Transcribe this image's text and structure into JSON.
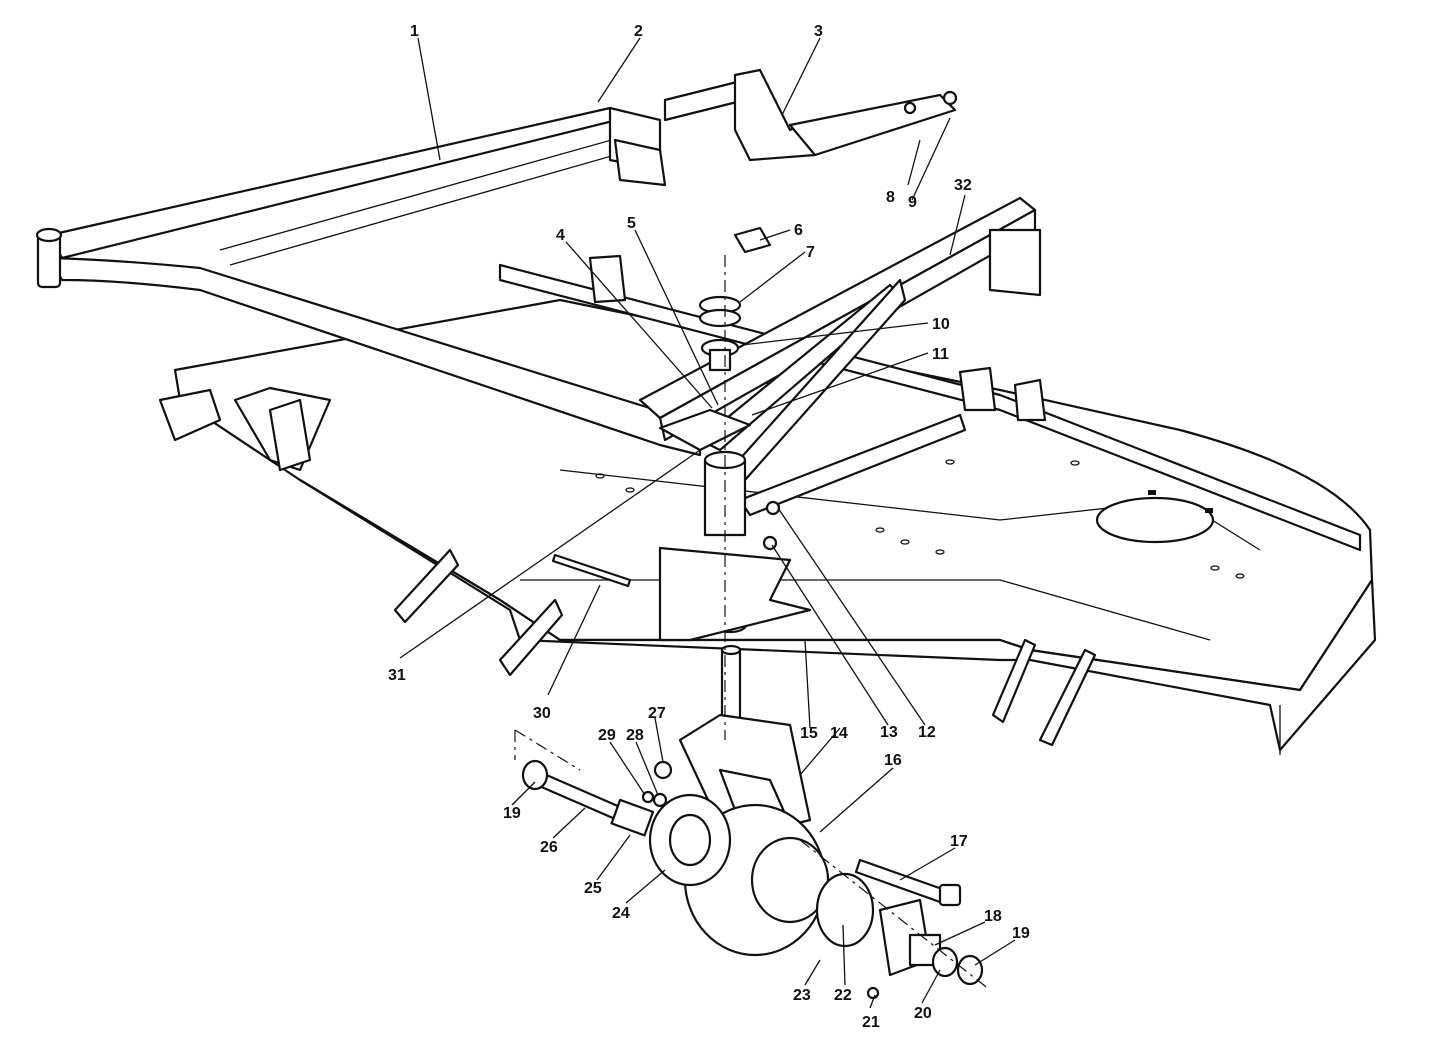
{
  "figure": {
    "type": "exploded-parts-diagram",
    "callouts": [
      {
        "id": "c1",
        "label": "1"
      },
      {
        "id": "c2",
        "label": "2"
      },
      {
        "id": "c3",
        "label": "3"
      },
      {
        "id": "c4",
        "label": "4"
      },
      {
        "id": "c5",
        "label": "5"
      },
      {
        "id": "c6",
        "label": "6"
      },
      {
        "id": "c7",
        "label": "7"
      },
      {
        "id": "c8",
        "label": "8"
      },
      {
        "id": "c9",
        "label": "9"
      },
      {
        "id": "c10",
        "label": "10"
      },
      {
        "id": "c11",
        "label": "11"
      },
      {
        "id": "c12",
        "label": "12"
      },
      {
        "id": "c13",
        "label": "13"
      },
      {
        "id": "c14",
        "label": "14"
      },
      {
        "id": "c15",
        "label": "15"
      },
      {
        "id": "c16",
        "label": "16"
      },
      {
        "id": "c17",
        "label": "17"
      },
      {
        "id": "c18",
        "label": "18"
      },
      {
        "id": "c19a",
        "label": "19"
      },
      {
        "id": "c19b",
        "label": "19"
      },
      {
        "id": "c20",
        "label": "20"
      },
      {
        "id": "c21",
        "label": "21"
      },
      {
        "id": "c22",
        "label": "22"
      },
      {
        "id": "c23",
        "label": "23"
      },
      {
        "id": "c24",
        "label": "24"
      },
      {
        "id": "c25",
        "label": "25"
      },
      {
        "id": "c26",
        "label": "26"
      },
      {
        "id": "c27",
        "label": "27"
      },
      {
        "id": "c28",
        "label": "28"
      },
      {
        "id": "c29",
        "label": "29"
      },
      {
        "id": "c30",
        "label": "30"
      },
      {
        "id": "c31",
        "label": "31"
      },
      {
        "id": "c32",
        "label": "32"
      }
    ]
  }
}
